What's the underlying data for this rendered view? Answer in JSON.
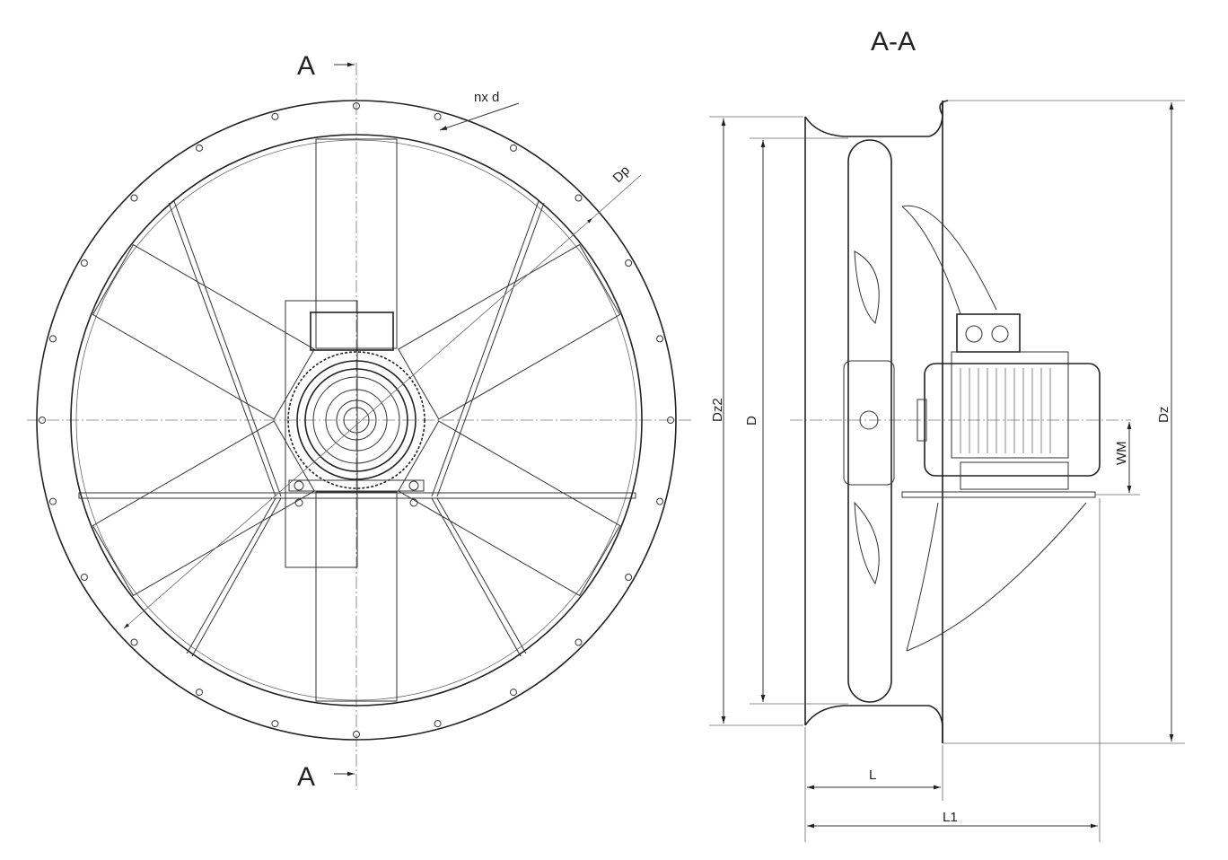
{
  "front_view": {
    "section_mark_top": "A",
    "section_mark_bottom": "A",
    "bolt_label": "nx  d",
    "pitch_diameter_label": "Dp"
  },
  "side_view": {
    "title": "A-A",
    "dim_dz2": "Dz2",
    "dim_d": "D",
    "dim_dz": "Dz",
    "dim_wm": "WM",
    "dim_l": "L",
    "dim_l1": "L1"
  }
}
